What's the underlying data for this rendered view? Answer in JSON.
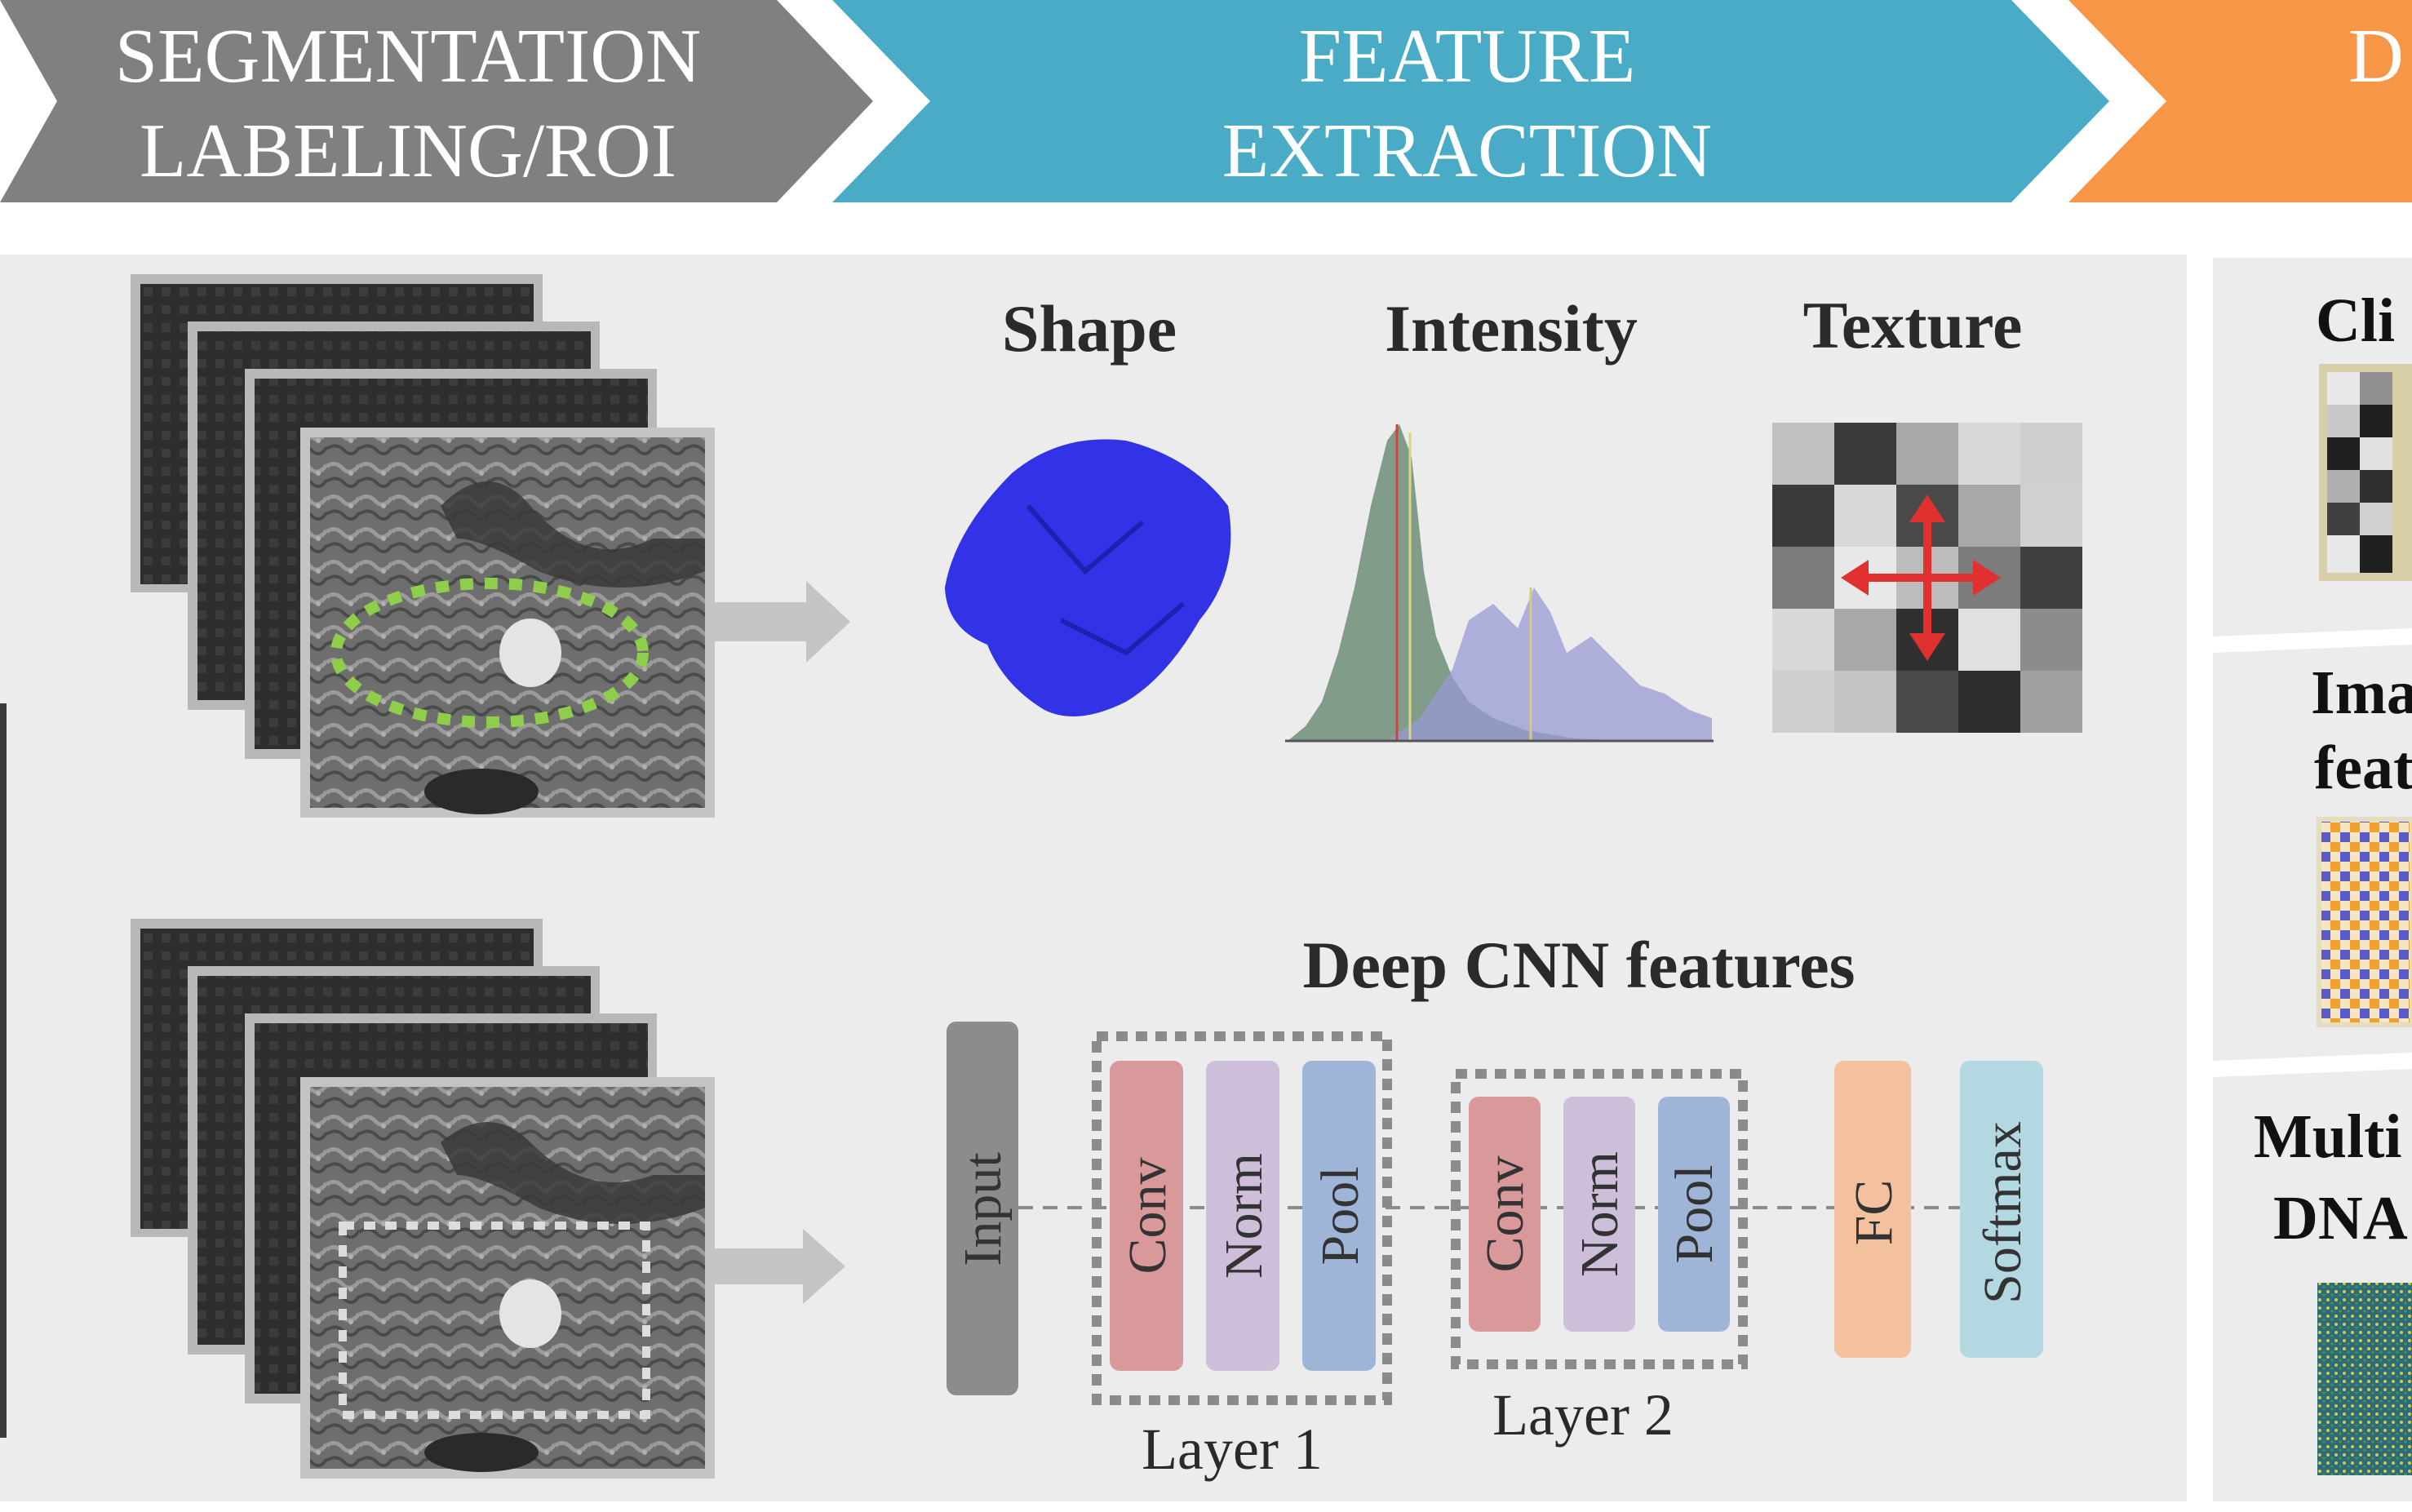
{
  "banners": {
    "segmentation": {
      "line1": "SEGMENTATION",
      "line2": "LABELING/ROI",
      "color": "#808080"
    },
    "feature": {
      "line1": "FEATURE",
      "line2": "EXTRACTION",
      "color": "#4aabc6"
    },
    "data": {
      "line1": "D",
      "color": "#f79646"
    }
  },
  "features": {
    "shape_title": "Shape",
    "intensity_title": "Intensity",
    "texture_title": "Texture",
    "cnn_title": "Deep CNN features"
  },
  "cnn": {
    "input": "Input",
    "layer1": {
      "label": "Layer 1",
      "blocks": [
        "Conv",
        "Norm",
        "Pool"
      ]
    },
    "layer2": {
      "label": "Layer 2",
      "blocks": [
        "Conv",
        "Norm",
        "Pool"
      ]
    },
    "fc": "FC",
    "softmax": "Softmax"
  },
  "side": {
    "clinical": "Cli",
    "imaging_line1": "Ima",
    "imaging_line2": "feat",
    "multi_line1": "Multi",
    "multi_line2": "DNA"
  },
  "colors": {
    "panel": "#ececec",
    "roi_outline": "#8fce4a",
    "shape_blob": "#3232e6",
    "conv": "#d9999a",
    "norm": "#cdbfda",
    "pool": "#9fb5d8",
    "fc": "#f3c19d",
    "softmax": "#b4d8e2",
    "input": "#8c8c8c",
    "arrow_red": "#e03030"
  }
}
